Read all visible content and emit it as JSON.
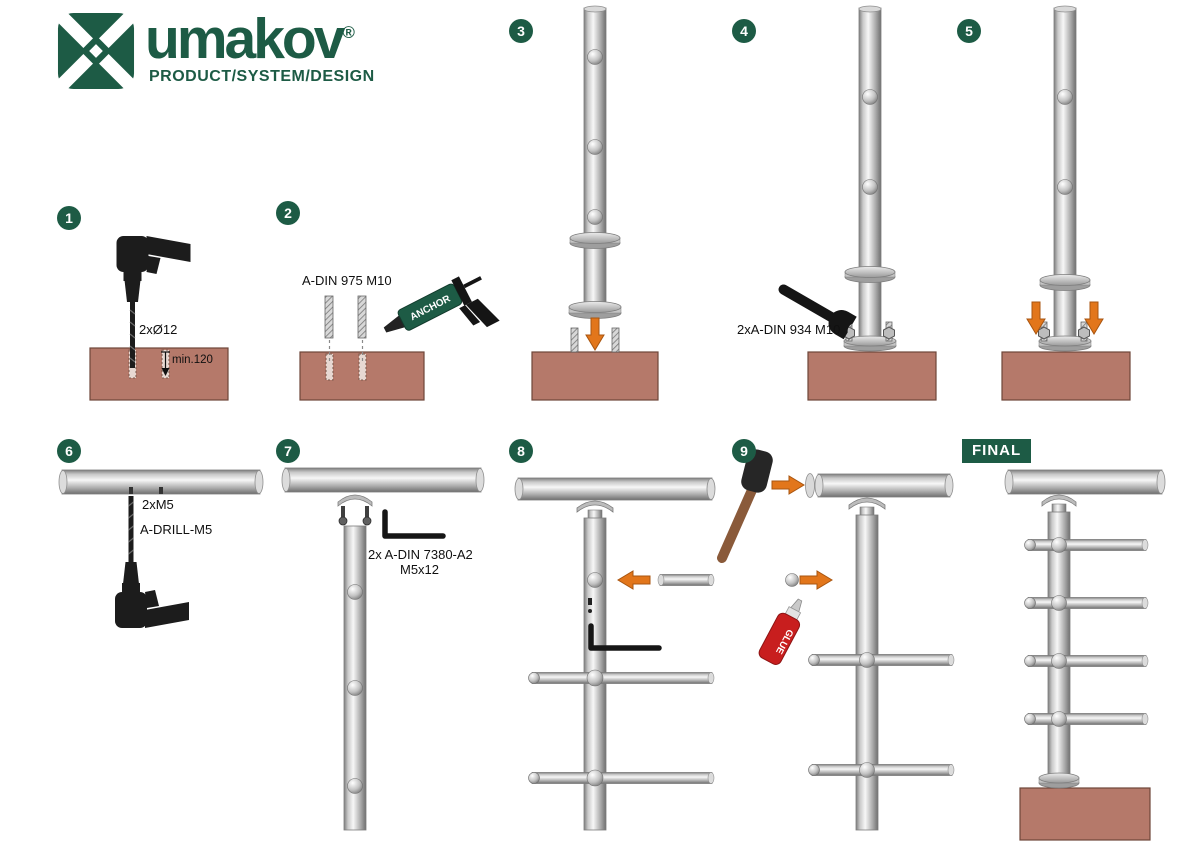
{
  "brand": {
    "name": "umakov",
    "registered_mark": "®",
    "tagline": "PRODUCT/SYSTEM/DESIGN"
  },
  "colors": {
    "brand_green": "#1d5b45",
    "base_terracotta": "#b5796a",
    "arrow_orange": "#e2761b",
    "glue_red": "#c81e1e",
    "tool_black": "#1c1c1c",
    "metal_gray": "#c9c9c9"
  },
  "steps": {
    "s1": {
      "num": "1",
      "hole_label": "2xØ12",
      "depth_label": "min.120"
    },
    "s2": {
      "num": "2",
      "rod_label": "A-DIN 975 M10",
      "gun_label": "ANCHOR"
    },
    "s3": {
      "num": "3"
    },
    "s4": {
      "num": "4",
      "nut_label": "2xA-DIN 934 M10"
    },
    "s5": {
      "num": "5"
    },
    "s6": {
      "num": "6",
      "screw_label": "2xM5",
      "bit_label": "A-DRILL-M5"
    },
    "s7": {
      "num": "7",
      "screw_label_1": "2x A-DIN 7380-A2",
      "screw_label_2": "M5x12"
    },
    "s8": {
      "num": "8"
    },
    "s9": {
      "num": "9",
      "glue_label": "GLUE"
    },
    "final": {
      "label": "FINAL"
    }
  }
}
